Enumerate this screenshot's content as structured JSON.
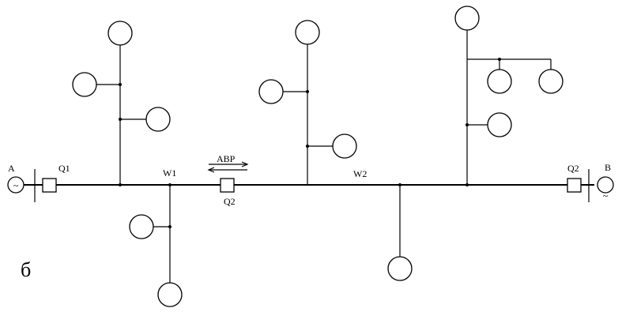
{
  "labels": {
    "source_a": "A",
    "source_b": "B",
    "q1": "Q1",
    "q2": "Q2",
    "q2_right": "Q2",
    "w1": "W1",
    "w2": "W2",
    "avr": "АВР",
    "generator_symbol": "~",
    "figure_letter": "б"
  },
  "colors": {
    "line": "#000000",
    "background": "#ffffff"
  }
}
